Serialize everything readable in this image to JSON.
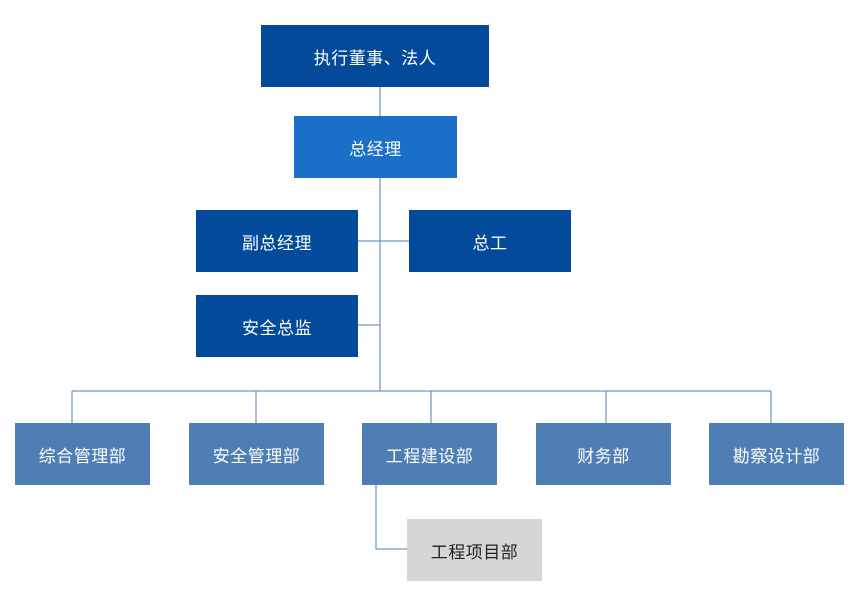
{
  "colors": {
    "executive": "#034a9b",
    "general_manager": "#1a70c8",
    "department": "#4f7eb4",
    "project": "#d6d6d6",
    "connector": "#4f7eb4"
  },
  "org": {
    "executive": "执行董事、法人",
    "general_manager": "总经理",
    "deputy_general_manager": "副总经理",
    "chief_engineer": "总工",
    "safety_director": "安全总监",
    "departments": [
      "综合管理部",
      "安全管理部",
      "工程建设部",
      "财务部",
      "勘察设计部"
    ],
    "project_department": "工程项目部"
  }
}
